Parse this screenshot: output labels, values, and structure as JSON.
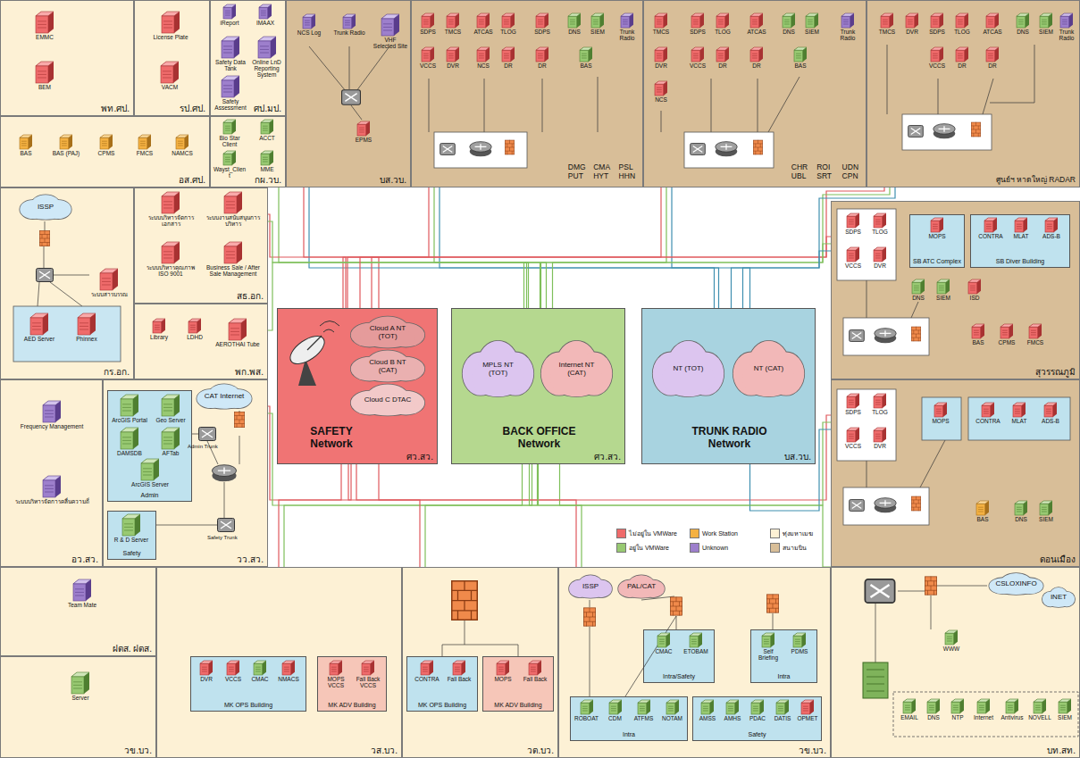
{
  "diagram": {
    "nodes": [
      {
        "text": [
          "พท.ศป."
        ]
      },
      {
        "text": [
          "EMMC"
        ],
        "in": 0
      },
      {
        "text": [
          "BEM"
        ],
        "in": 0
      },
      {
        "text": [
          "รป.ศป."
        ]
      },
      {
        "text": [
          "License Plate"
        ],
        "in": 3
      },
      {
        "text": [
          "VACM"
        ],
        "in": 3
      },
      {
        "text": [
          "ศป.มป."
        ]
      },
      {
        "text": [
          "iReport"
        ],
        "in": 6
      },
      {
        "text": [
          "IMAAX"
        ],
        "in": 6
      },
      {
        "text": [
          "Safety Data Tank"
        ],
        "in": 6
      },
      {
        "text": [
          "Online LnD Reporting System"
        ],
        "in": 6
      },
      {
        "text": [
          "Safety Assessment"
        ],
        "in": 6
      },
      {
        "text": [
          "อส.ศป."
        ]
      },
      {
        "text": [
          "BAS"
        ],
        "in": 12
      },
      {
        "text": [
          "BAS (PAJ)"
        ],
        "in": 12
      },
      {
        "text": [
          "CPMS"
        ],
        "in": 12
      },
      {
        "text": [
          "FMCS"
        ],
        "in": 12
      },
      {
        "text": [
          "NAMCS"
        ],
        "in": 12
      },
      {
        "text": [
          "กผ.วบ."
        ]
      },
      {
        "text": [
          "Bio Star Client"
        ],
        "in": 18
      },
      {
        "text": [
          "ACCT"
        ],
        "in": 18
      },
      {
        "text": [
          "Wayst_Client"
        ],
        "in": 18
      },
      {
        "text": [
          "MME"
        ],
        "in": 18
      },
      {
        "text": [
          "บส.วบ."
        ]
      },
      {
        "text": [
          "NCS Log"
        ],
        "in": 23
      },
      {
        "text": [
          "Trunk Radio"
        ],
        "in": 23
      },
      {
        "text": [
          "VHF Selected Site"
        ],
        "in": 23
      },
      {
        "text": [
          "EPMS"
        ],
        "in": 23
      },
      {
        "text": [
          "DMG PUT",
          "CMA HYT",
          "PSL HHN"
        ]
      },
      {
        "text": [
          "SDPS"
        ],
        "in": 28
      },
      {
        "text": [
          "TMCS"
        ],
        "in": 28
      },
      {
        "text": [
          "VCCS"
        ],
        "in": 28
      },
      {
        "text": [
          "DVR"
        ],
        "in": 28
      },
      {
        "text": [
          "ATCAS"
        ],
        "in": 28
      },
      {
        "text": [
          "TLOG"
        ],
        "in": 28
      },
      {
        "text": [
          "NCS"
        ],
        "in": 28
      },
      {
        "text": [
          "DR"
        ],
        "in": 28
      },
      {
        "text": [
          "SDPS"
        ],
        "in": 28
      },
      {
        "text": [
          "DR"
        ],
        "in": 28
      },
      {
        "text": [
          "DNS"
        ],
        "in": 28
      },
      {
        "text": [
          "SIEM"
        ],
        "in": 28
      },
      {
        "text": [
          "BAS"
        ],
        "in": 28
      },
      {
        "text": [
          "Trunk Radio"
        ],
        "in": 28
      },
      {
        "text": [
          "CHR UBL",
          "ROI SRT",
          "UDN CPN"
        ]
      },
      {
        "text": [
          "TMCS"
        ],
        "in": 43
      },
      {
        "text": [
          "DVR"
        ],
        "in": 43
      },
      {
        "text": [
          "NCS"
        ],
        "in": 43
      },
      {
        "text": [
          "SDPS"
        ],
        "in": 43
      },
      {
        "text": [
          "TLOG"
        ],
        "in": 43
      },
      {
        "text": [
          "VCCS"
        ],
        "in": 43
      },
      {
        "text": [
          "DR"
        ],
        "in": 43
      },
      {
        "text": [
          "ATCAS"
        ],
        "in": 43
      },
      {
        "text": [
          "DR"
        ],
        "in": 43
      },
      {
        "text": [
          "DNS"
        ],
        "in": 43
      },
      {
        "text": [
          "SIEM"
        ],
        "in": 43
      },
      {
        "text": [
          "BAS"
        ],
        "in": 43
      },
      {
        "text": [
          "Trunk Radio"
        ],
        "in": 43
      },
      {
        "text": [
          "ศูนย์ฯ หาดใหญ่ RADAR"
        ]
      },
      {
        "text": [
          "TMCS"
        ],
        "in": 57
      },
      {
        "text": [
          "DVR"
        ],
        "in": 57
      },
      {
        "text": [
          "SDPS"
        ],
        "in": 57
      },
      {
        "text": [
          "TLOG"
        ],
        "in": 57
      },
      {
        "text": [
          "VCCS"
        ],
        "in": 57
      },
      {
        "text": [
          "DR"
        ],
        "in": 57
      },
      {
        "text": [
          "ATCAS"
        ],
        "in": 57
      },
      {
        "text": [
          "DR"
        ],
        "in": 57
      },
      {
        "text": [
          "DNS"
        ],
        "in": 57
      },
      {
        "text": [
          "SIEM"
        ],
        "in": 57
      },
      {
        "text": [
          "Trunk Radio"
        ],
        "in": 57
      },
      {
        "text": [
          "กร.อก."
        ]
      },
      {
        "text": [
          "ISSP"
        ],
        "in": 69
      },
      {
        "text": [
          "ระบบสารบรรณ"
        ],
        "in": 69
      },
      {
        "text": [
          "AED Server"
        ],
        "in": 69
      },
      {
        "text": [
          "Phinnex"
        ],
        "in": 69
      },
      {
        "text": [
          "สธ.อก."
        ]
      },
      {
        "text": [
          "ระบบบริหารจัดการเอกสาร"
        ],
        "in": 74
      },
      {
        "text": [
          "ระบบงานสนับสนุนการบริหาร"
        ],
        "in": 74
      },
      {
        "text": [
          "ระบบบริหารคุณภาพ ISO 9001"
        ],
        "in": 74
      },
      {
        "text": [
          "Business Sale / After Sale Management"
        ],
        "in": 74
      },
      {
        "text": [
          "พก.พส."
        ]
      },
      {
        "text": [
          "Library"
        ],
        "in": 79
      },
      {
        "text": [
          "LDHD"
        ],
        "in": 79
      },
      {
        "text": [
          "AEROTHAI Tube"
        ],
        "in": 79
      },
      {
        "text": [
          "อว.สว."
        ]
      },
      {
        "text": [
          "Frequency Management"
        ],
        "in": 83
      },
      {
        "text": [
          "ระบบบริหารจัดการคลื่นความถี่"
        ],
        "in": 83
      },
      {
        "text": [
          "วว.สว."
        ]
      },
      {
        "text": [
          "CAT Internet"
        ],
        "in": 86
      },
      {
        "text": [
          "Admin"
        ],
        "in": 86
      },
      {
        "text": [
          "ArcGIS Portal"
        ],
        "in": 88
      },
      {
        "text": [
          "Geo Server"
        ],
        "in": 88
      },
      {
        "text": [
          "DAMSDB"
        ],
        "in": 88
      },
      {
        "text": [
          "AFTab"
        ],
        "in": 88
      },
      {
        "text": [
          "ArcGIS Server"
        ],
        "in": 88
      },
      {
        "text": [
          "Safety"
        ],
        "in": 86
      },
      {
        "text": [
          "R & D Server"
        ],
        "in": 94
      },
      {
        "text": [
          "SAFETY Network",
          "ศว.สว."
        ]
      },
      {
        "text": [
          "Cloud A NT (TOT)"
        ],
        "in": 96
      },
      {
        "text": [
          "Cloud B NT (CAT)"
        ],
        "in": 96
      },
      {
        "text": [
          "Cloud C DTAC"
        ],
        "in": 96
      },
      {
        "text": [
          "BACK OFFICE Network",
          "ศว.สว."
        ]
      },
      {
        "text": [
          "MPLS NT (TOT)"
        ],
        "in": 100
      },
      {
        "text": [
          "Internet NT (CAT)"
        ],
        "in": 100
      },
      {
        "text": [
          "TRUNK RADIO Network",
          "บส.วบ."
        ]
      },
      {
        "text": [
          "NT (TOT)"
        ],
        "in": 103
      },
      {
        "text": [
          "NT (CAT)"
        ],
        "in": 103
      },
      {
        "text": [
          "สุวรรณภูมิ"
        ]
      },
      {
        "text": [
          "SDPS"
        ],
        "in": 106
      },
      {
        "text": [
          "TLOG"
        ],
        "in": 106
      },
      {
        "text": [
          "VCCS"
        ],
        "in": 106
      },
      {
        "text": [
          "DVR"
        ],
        "in": 106
      },
      {
        "text": [
          "SB ATC Complex"
        ],
        "in": 106
      },
      {
        "text": [
          "MOPS"
        ],
        "in": 111
      },
      {
        "text": [
          "SB Diver Building"
        ],
        "in": 106
      },
      {
        "text": [
          "CONTRA"
        ],
        "in": 113
      },
      {
        "text": [
          "MLAT"
        ],
        "in": 113
      },
      {
        "text": [
          "ADS-B"
        ],
        "in": 113
      },
      {
        "text": [
          "DNS"
        ],
        "in": 106
      },
      {
        "text": [
          "SIEM"
        ],
        "in": 106
      },
      {
        "text": [
          "ISD"
        ],
        "in": 106
      },
      {
        "text": [
          "BAS"
        ],
        "in": 106
      },
      {
        "text": [
          "CPMS"
        ],
        "in": 106
      },
      {
        "text": [
          "FMCS"
        ],
        "in": 106
      },
      {
        "text": [
          "ดอนเมือง"
        ]
      },
      {
        "text": [
          "SDPS"
        ],
        "in": 123
      },
      {
        "text": [
          "TLOG"
        ],
        "in": 123
      },
      {
        "text": [
          "VCCS"
        ],
        "in": 123
      },
      {
        "text": [
          "DVR"
        ],
        "in": 123
      },
      {
        "text": [
          "MOPS"
        ],
        "in": 123
      },
      {
        "text": [
          "CONTRA"
        ],
        "in": 123
      },
      {
        "text": [
          "MLAT"
        ],
        "in": 123
      },
      {
        "text": [
          "ADS-B"
        ],
        "in": 123
      },
      {
        "text": [
          "BAS"
        ],
        "in": 123
      },
      {
        "text": [
          "DNS"
        ],
        "in": 123
      },
      {
        "text": [
          "SIEM"
        ],
        "in": 123
      },
      {
        "text": [
          "ฝตส. ฝตส."
        ]
      },
      {
        "text": [
          "Team Mate"
        ],
        "in": 135
      },
      {
        "text": [
          "วข.บว."
        ]
      },
      {
        "text": [
          "Server"
        ],
        "in": 137
      },
      {
        "text": [
          "วส.บว."
        ]
      },
      {
        "text": [
          "MK OPS Building"
        ],
        "in": 139
      },
      {
        "text": [
          "DVR"
        ],
        "in": 140
      },
      {
        "text": [
          "VCCS"
        ],
        "in": 140
      },
      {
        "text": [
          "CMAC"
        ],
        "in": 140
      },
      {
        "text": [
          "NMACS"
        ],
        "in": 140
      },
      {
        "text": [
          "MK ADV Building"
        ],
        "in": 139
      },
      {
        "text": [
          "MOPS VCCS"
        ],
        "in": 145
      },
      {
        "text": [
          "Fall Back VCCS"
        ],
        "in": 145
      },
      {
        "text": [
          "วต.บว."
        ]
      },
      {
        "text": [
          "MK OPS Building"
        ],
        "in": 148
      },
      {
        "text": [
          "CONTRA"
        ],
        "in": 149
      },
      {
        "text": [
          "Fall Back"
        ],
        "in": 149
      },
      {
        "text": [
          "MK ADV Building"
        ],
        "in": 148
      },
      {
        "text": [
          "MOPS"
        ],
        "in": 152
      },
      {
        "text": [
          "Fall Back"
        ],
        "in": 152
      },
      {
        "text": [
          "วข.บว."
        ]
      },
      {
        "text": [
          "ISSP"
        ],
        "in": 155
      },
      {
        "text": [
          "PAL/CAT"
        ],
        "in": 155
      },
      {
        "text": [
          "Intra/Safety"
        ],
        "in": 155
      },
      {
        "text": [
          "CMAC"
        ],
        "in": 158
      },
      {
        "text": [
          "ETOBAM"
        ],
        "in": 158
      },
      {
        "text": [
          "Intra"
        ],
        "in": 155
      },
      {
        "text": [
          "ROBOAT"
        ],
        "in": 161
      },
      {
        "text": [
          "CDM"
        ],
        "in": 161
      },
      {
        "text": [
          "ATFMS"
        ],
        "in": 161
      },
      {
        "text": [
          "NOTAM"
        ],
        "in": 161
      },
      {
        "text": [
          "Safety"
        ],
        "in": 155
      },
      {
        "text": [
          "AMSS"
        ],
        "in": 166
      },
      {
        "text": [
          "AMHS"
        ],
        "in": 166
      },
      {
        "text": [
          "PDAC"
        ],
        "in": 166
      },
      {
        "text": [
          "DATIS"
        ],
        "in": 166
      },
      {
        "text": [
          "OPMET"
        ],
        "in": 166
      },
      {
        "text": [
          "Intra"
        ],
        "in": 155
      },
      {
        "text": [
          "Self Briefing"
        ],
        "in": 172
      },
      {
        "text": [
          "PDMS"
        ],
        "in": 172
      },
      {
        "text": [
          "บท.สท."
        ]
      },
      {
        "text": [
          "CSLOXINFO"
        ],
        "in": 175
      },
      {
        "text": [
          "INET"
        ],
        "in": 175
      },
      {
        "text": [
          "WWW"
        ],
        "in": 175
      },
      {
        "text": [
          "EMAIL"
        ],
        "in": 175
      },
      {
        "text": [
          "DNS"
        ],
        "in": 175
      },
      {
        "text": [
          "NTP"
        ],
        "in": 175
      },
      {
        "text": [
          "Internet"
        ],
        "in": 175
      },
      {
        "text": [
          "Antivirus"
        ],
        "in": 175
      },
      {
        "text": [
          "NOVELL"
        ],
        "in": 175
      },
      {
        "text": [
          "SIEM"
        ],
        "in": 175
      }
    ],
    "edges": [
      {
        "from": 23,
        "to": 96,
        "arrow": "none"
      },
      {
        "from": 23,
        "to": 103,
        "arrow": "none"
      },
      {
        "from": 28,
        "to": 96,
        "arrow": "none"
      },
      {
        "from": 28,
        "to": 100,
        "arrow": "none"
      },
      {
        "from": 28,
        "to": 103,
        "arrow": "none"
      },
      {
        "from": 43,
        "to": 96,
        "arrow": "none"
      },
      {
        "from": 43,
        "to": 100,
        "arrow": "none"
      },
      {
        "from": 43,
        "to": 103,
        "arrow": "none"
      },
      {
        "from": 57,
        "to": 96,
        "arrow": "none"
      },
      {
        "from": 57,
        "to": 100,
        "arrow": "none"
      },
      {
        "from": 57,
        "to": 103,
        "arrow": "none"
      },
      {
        "from": 18,
        "to": 100,
        "arrow": "none"
      },
      {
        "from": 74,
        "to": 96,
        "arrow": "none"
      },
      {
        "from": 74,
        "to": 100,
        "arrow": "none"
      },
      {
        "from": 79,
        "to": 100,
        "arrow": "none"
      },
      {
        "from": 86,
        "to": 96,
        "arrow": "none"
      },
      {
        "from": 86,
        "to": 100,
        "arrow": "none"
      },
      {
        "from": 106,
        "to": 96,
        "arrow": "none"
      },
      {
        "from": 106,
        "to": 100,
        "arrow": "none"
      },
      {
        "from": 106,
        "to": 103,
        "arrow": "none"
      },
      {
        "from": 123,
        "to": 96,
        "arrow": "none"
      },
      {
        "from": 123,
        "to": 100,
        "arrow": "none"
      },
      {
        "from": 123,
        "to": 103,
        "arrow": "none"
      },
      {
        "from": 139,
        "to": 96,
        "arrow": "none"
      },
      {
        "from": 139,
        "to": 100,
        "arrow": "none"
      },
      {
        "from": 148,
        "to": 96,
        "arrow": "none"
      },
      {
        "from": 148,
        "to": 100,
        "arrow": "none"
      },
      {
        "from": 155,
        "to": 96,
        "arrow": "none"
      },
      {
        "from": 155,
        "to": 100,
        "arrow": "none"
      },
      {
        "from": 175,
        "to": 100,
        "arrow": "none"
      }
    ],
    "labels": [
      "Admin Trunk",
      "Safety Trunk"
    ],
    "legend": [
      {
        "text": "ไม่อยู่ใน VMWare",
        "color": "#ef6b6b"
      },
      {
        "text": "Work Station",
        "color": "#f4b142"
      },
      {
        "text": "อยู่ใน VMWare",
        "color": "#98c972"
      },
      {
        "text": "Unknown",
        "color": "#9d7fcc"
      },
      {
        "text": "ทุ่งมหาเมฆ",
        "color": "#fdf1d5"
      },
      {
        "text": "สนามบิน",
        "color": "#d8be98"
      }
    ]
  }
}
